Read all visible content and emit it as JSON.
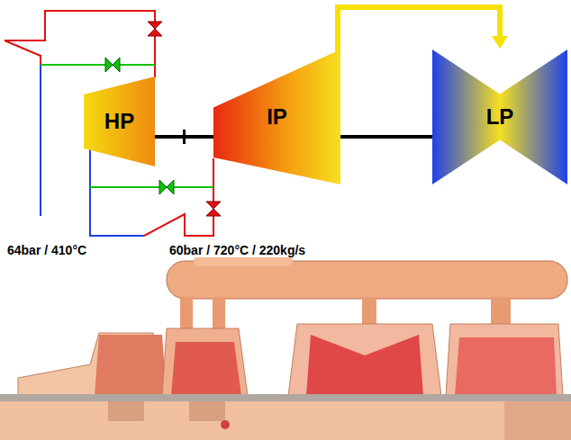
{
  "diagram": {
    "nodes": [
      {
        "text": [
          "HP"
        ]
      },
      {
        "text": [
          "IP"
        ]
      },
      {
        "text": [
          "LP"
        ]
      }
    ],
    "edges": [
      {
        "from": 0,
        "to": 1,
        "arrow": "none"
      },
      {
        "from": 1,
        "to": 2,
        "arrow": "none"
      },
      {
        "from": 1,
        "to": 2,
        "arrow": "to"
      }
    ],
    "labels": [
      "64bar / 410°C",
      "60bar / 720°C / 220kg/s"
    ]
  }
}
